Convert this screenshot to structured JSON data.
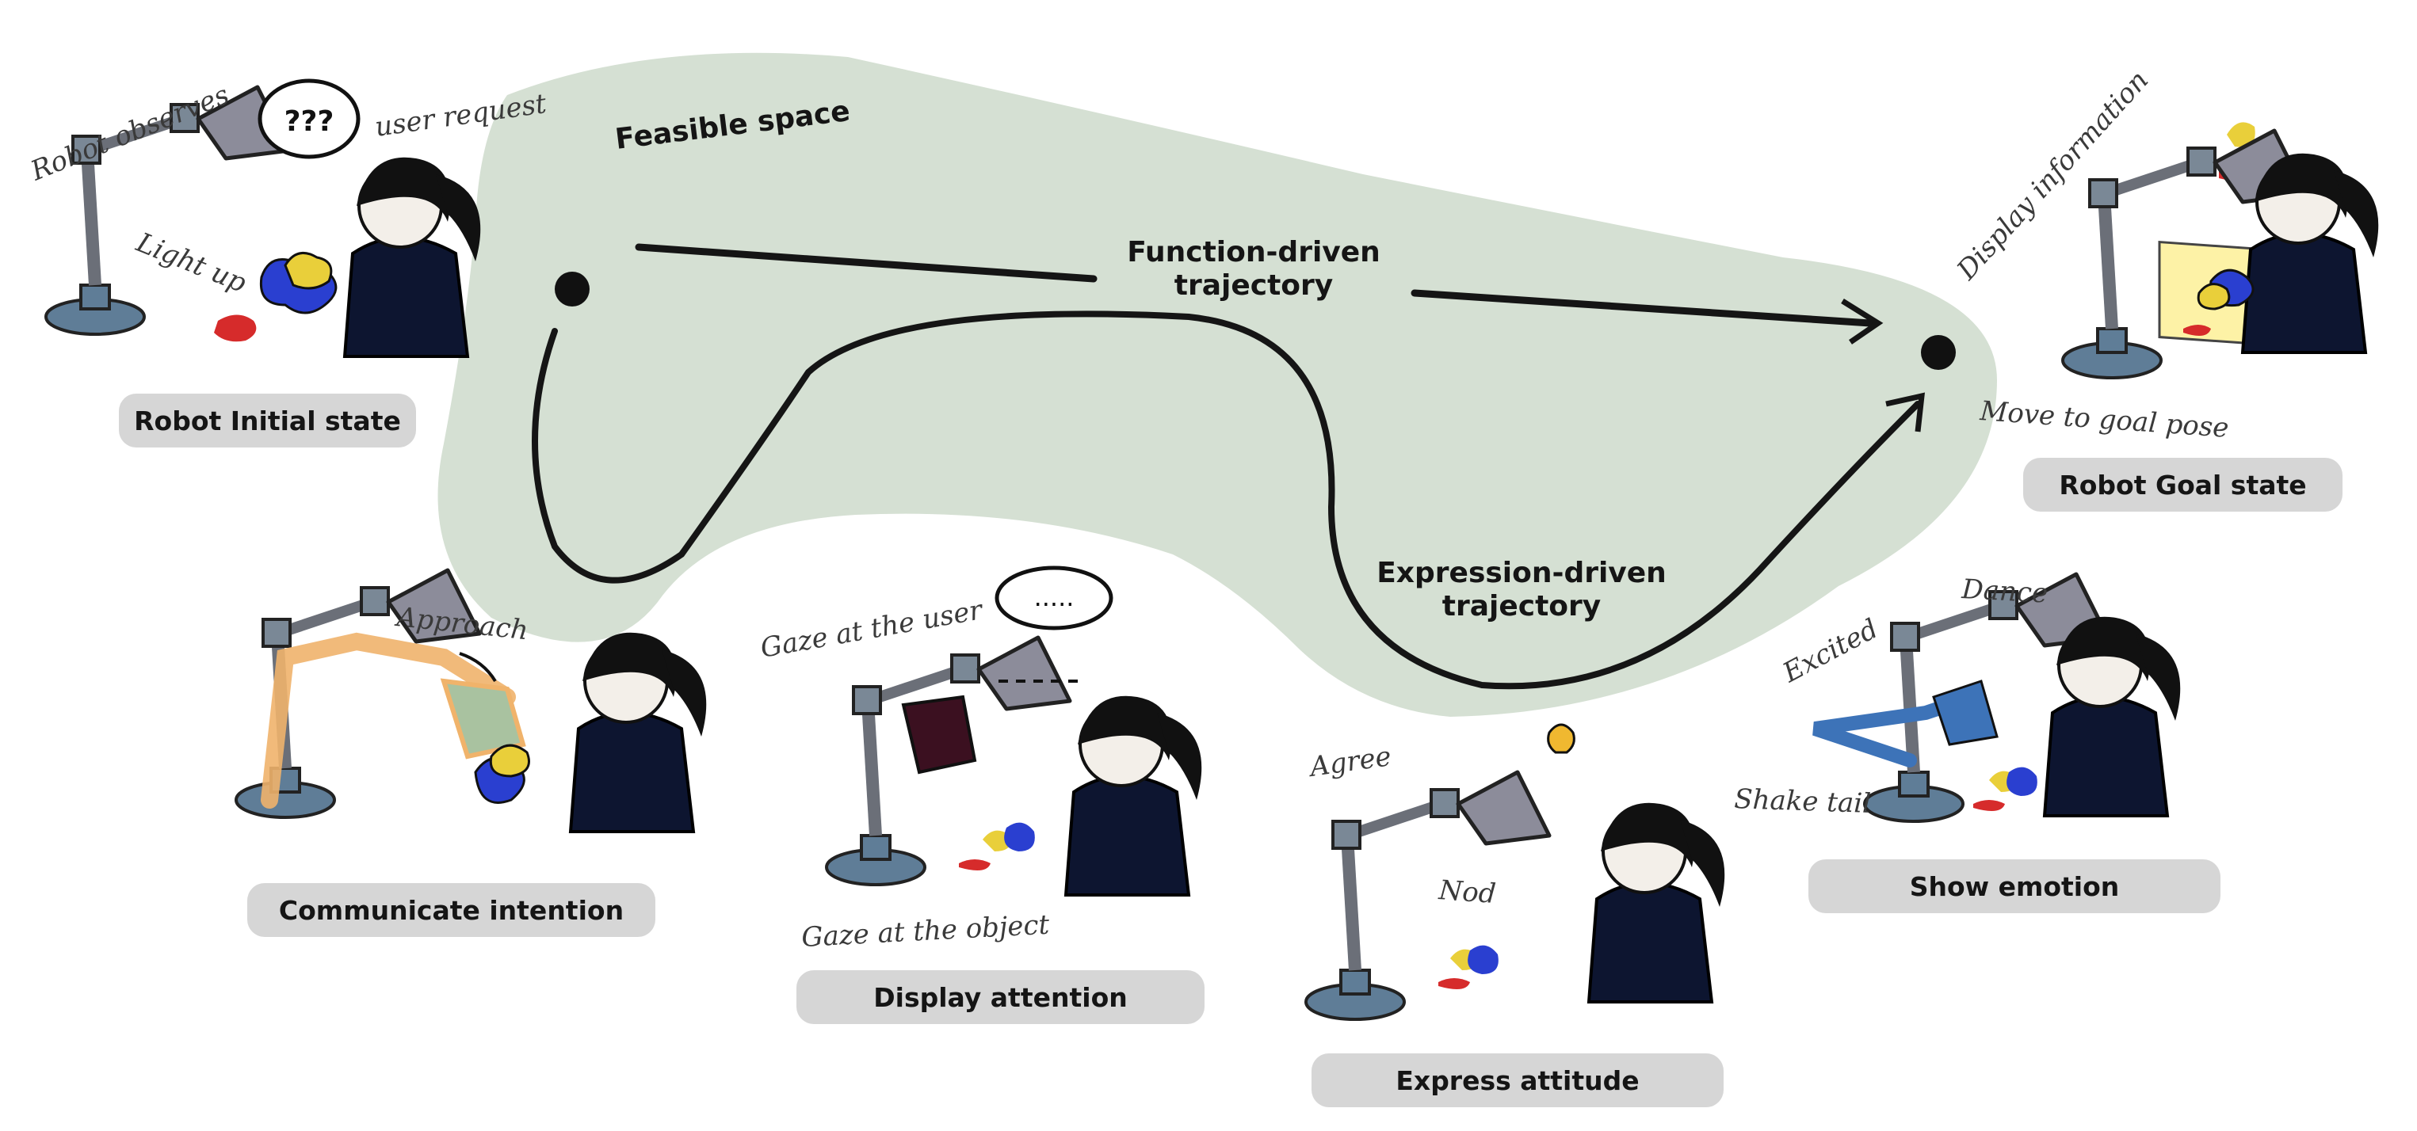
{
  "space": {
    "label": "Feasible space"
  },
  "trajectories": {
    "function": {
      "line1": "Function-driven",
      "line2": "trajectory"
    },
    "expression": {
      "line1": "Expression-driven",
      "line2": "trajectory"
    }
  },
  "states": {
    "initial": {
      "label": "Robot Initial state",
      "speech": "???",
      "notes": [
        "Robot observes",
        "user request",
        "Light up"
      ]
    },
    "goal": {
      "label": "Robot Goal state",
      "notes": [
        "Display information",
        "Move to goal pose"
      ]
    }
  },
  "behaviors": {
    "communicate": {
      "label": "Communicate intention",
      "notes": [
        "Approach"
      ]
    },
    "attention": {
      "label": "Display attention",
      "speech": ".....",
      "notes": [
        "Gaze at the user",
        "Gaze at the object"
      ]
    },
    "attitude": {
      "label": "Express attitude",
      "notes": [
        "Agree",
        "Nod"
      ]
    },
    "emotion": {
      "label": "Show emotion",
      "notes": [
        "Dance",
        "Excited",
        "Shake tail"
      ]
    }
  },
  "colors": {
    "feasible_space": "#d5e0d3",
    "pill": "#d6d6d6",
    "lamp": "#5f7d97",
    "lamp_shade": "#8c8c9a",
    "shirt": "#0d1530",
    "hair": "#111111",
    "object_red": "#d62b2b",
    "object_yellow": "#e9cf3a",
    "object_blue": "#2a3fd0",
    "highlight_orange": "#f0b36b",
    "attention_shade": "#3b1020",
    "emotion_blue": "#3d73b8"
  },
  "icons": [
    "lamp-robot",
    "user-figure",
    "speech-bubble",
    "lightbulb-icon"
  ]
}
